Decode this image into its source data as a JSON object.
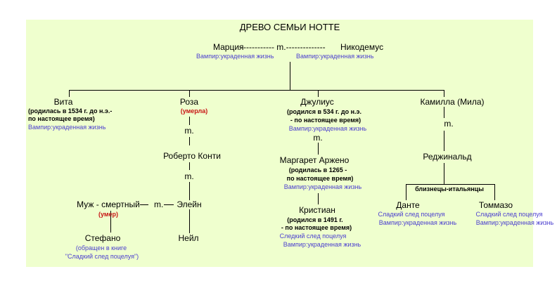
{
  "title": "ДРЕВО СЕМЬИ НОТТЕ",
  "vampire_note": "Вампир:украденная жизнь",
  "top_couple": {
    "left": "Марция",
    "marriage_line": "------------ m.--------------",
    "right": "Никодемус"
  },
  "children": {
    "vita": {
      "name": "Вита",
      "born_1": "(родилась в 1534 г. до н.э.-",
      "born_2": "по настоящее время)"
    },
    "roza": {
      "name": "Роза",
      "status": "(умерла)",
      "marriage": "m.",
      "spouse": "Роберто Конти"
    },
    "julius": {
      "name": "Джулиус",
      "born_1": "(родился в 534 г. до н.э.",
      "born_2": "- по настоящее время)",
      "marriage": "m."
    },
    "camilla": {
      "name": "Камилла (Мила)",
      "marriage": "m.",
      "spouse": "Реджинальд"
    }
  },
  "roza_line": {
    "marriage_2": "m.",
    "elaine": "Элейн",
    "elaine_marriage": "m.",
    "husband": "Муж - смертный",
    "husband_status": "(умер)",
    "neil": "Нейл",
    "stefano": "Стефано",
    "stefano_note_1": "(обращен в книге",
    "stefano_note_2": "\"Сладкий след поцелуя\")"
  },
  "julius_line": {
    "spouse": "Маргарет Аржено",
    "spouse_born_1": "(родилась в 1265 -",
    "spouse_born_2": "по настоящее время)",
    "son": "Кристиан",
    "son_born_1": "(родился в 1491 г.",
    "son_born_2": "- по настоящее время)",
    "son_book": "Следкий след поцелуя"
  },
  "camilla_line": {
    "twins_label": "близнецы-итальянцы",
    "dante": "Данте",
    "tommaso": "Томмазо",
    "book": "Сладкий след поцелуя"
  }
}
